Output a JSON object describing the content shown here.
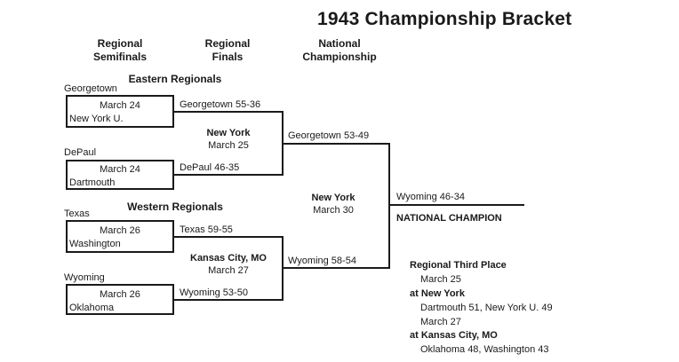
{
  "title": "1943 Championship Bracket",
  "column_headers": [
    {
      "line1": "Regional",
      "line2": "Semifinals"
    },
    {
      "line1": "Regional",
      "line2": "Finals"
    },
    {
      "line1": "National",
      "line2": "Championship"
    }
  ],
  "east": {
    "header": "Eastern Regionals",
    "game1": {
      "team1": "Georgetown",
      "team2": "New York U.",
      "date": "March 24",
      "result": "Georgetown 55-36"
    },
    "game2": {
      "team1": "DePaul",
      "team2": "Dartmouth",
      "date": "March 24",
      "result": "DePaul 46-35"
    },
    "final": {
      "site": "New York",
      "date": "March 25",
      "result": "Georgetown 53-49"
    }
  },
  "west": {
    "header": "Western Regionals",
    "game1": {
      "team1": "Texas",
      "team2": "Washington",
      "date": "March 26",
      "result": "Texas 59-55"
    },
    "game2": {
      "team1": "Wyoming",
      "team2": "Oklahoma",
      "date": "March 26",
      "result": "Wyoming 53-50"
    },
    "final": {
      "site": "Kansas City, MO",
      "date": "March 27",
      "result": "Wyoming 58-54"
    }
  },
  "championship": {
    "site": "New York",
    "date": "March 30",
    "result": "Wyoming 46-34",
    "champion_label": "NATIONAL CHAMPION"
  },
  "third_place": {
    "title": "Regional Third Place",
    "lines": [
      {
        "text": "March 25"
      },
      {
        "text": "at New York"
      },
      {
        "text": "Dartmouth 51, New York U. 49"
      },
      {
        "text": "March 27"
      },
      {
        "text": "at Kansas City, MO"
      },
      {
        "text": "Oklahoma 48, Washington 43"
      }
    ]
  },
  "colors": {
    "ink": "#1a1a1a",
    "background": "#ffffff"
  }
}
